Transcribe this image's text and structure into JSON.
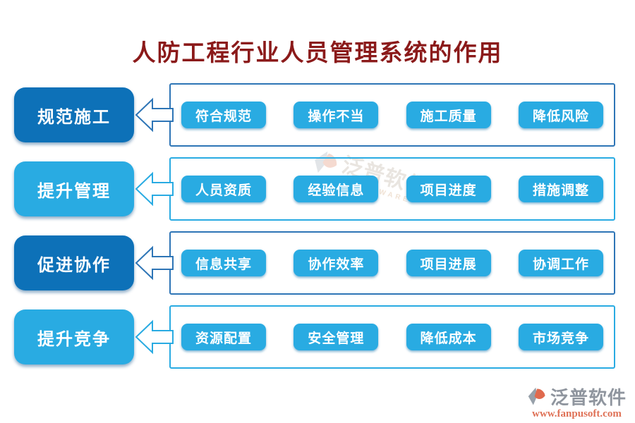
{
  "title": "人防工程行业人员管理系统的作用",
  "rows": [
    {
      "label": "规范施工",
      "theme": "dark",
      "items": [
        "符合规范",
        "操作不当",
        "施工质量",
        "降低风险"
      ]
    },
    {
      "label": "提升管理",
      "theme": "light",
      "items": [
        "人员资质",
        "经验信息",
        "项目进度",
        "措施调整"
      ]
    },
    {
      "label": "促进协作",
      "theme": "dark",
      "items": [
        "信息共享",
        "协作效率",
        "项目进展",
        "协调工作"
      ]
    },
    {
      "label": "提升竞争",
      "theme": "light",
      "items": [
        "资源配置",
        "安全管理",
        "降低成本",
        "市场竞争"
      ]
    }
  ],
  "watermark": {
    "text": "泛普软件",
    "subtext": "SOFTWARE"
  },
  "footer": {
    "brand": "泛普软件",
    "url": "www.fanpusoft.com"
  },
  "colors": {
    "title": "#8b1a1a",
    "dark-blue": "#0d71b8",
    "light-blue": "#29abe2",
    "dark-border": "#2e75b6",
    "brand-gray": "#8f959e",
    "brand-orange": "#df7156"
  }
}
